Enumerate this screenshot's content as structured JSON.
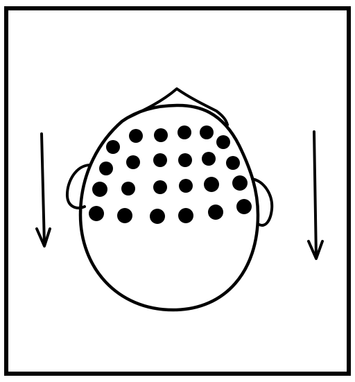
{
  "figure": {
    "line_color": "#000000",
    "background_color": "#ffffff",
    "dot_color": "#000000",
    "arrows": [
      {
        "name": "left-arrow",
        "direction": "down"
      },
      {
        "name": "right-arrow",
        "direction": "down"
      }
    ],
    "head": {
      "view": "top-down",
      "dot_rows": 4,
      "dots_per_row": [
        6,
        6,
        6,
        6
      ]
    }
  }
}
